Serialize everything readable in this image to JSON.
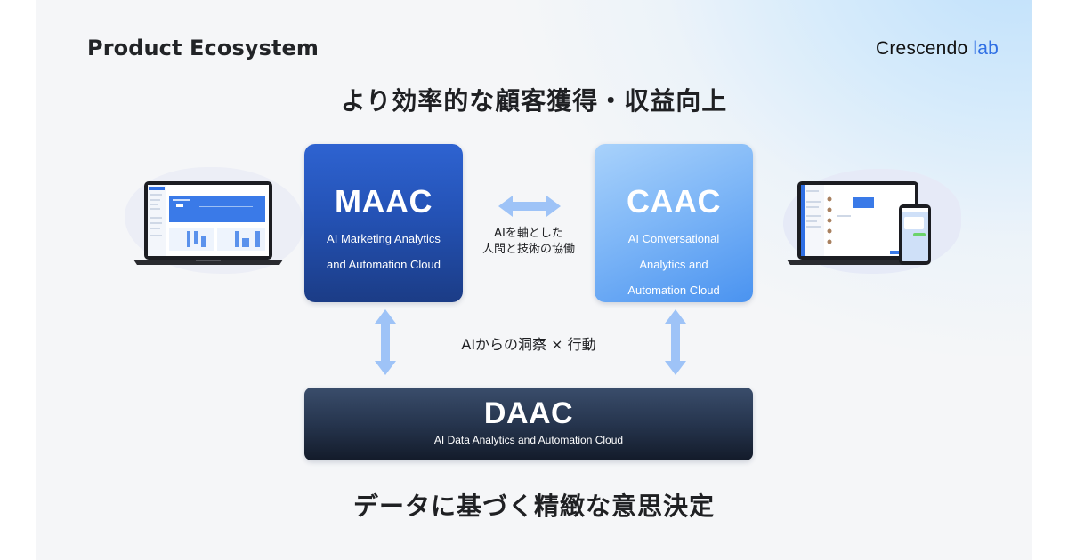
{
  "header": {
    "title": "Product Ecosystem",
    "brand_main": "Crescendo",
    "brand_accent": "lab"
  },
  "headline_top": "より効率的な顧客獲得・収益向上",
  "headline_bottom": "データに基づく精緻な意思決定",
  "products": {
    "maac": {
      "name": "MAAC",
      "subtitle_line1": "AI Marketing Analytics",
      "subtitle_line2": "and Automation Cloud"
    },
    "caac": {
      "name": "CAAC",
      "subtitle_line1": "AI Conversational",
      "subtitle_line2": "Analytics and",
      "subtitle_line3": "Automation Cloud"
    },
    "daac": {
      "name": "DAAC",
      "subtitle": "AI  Data Analytics and Automation Cloud"
    }
  },
  "connections": {
    "maac_caac_line1": "AIを軸とした",
    "maac_caac_line2": "人間と技術の協働",
    "to_daac": "AIからの洞察 × 行動"
  },
  "colors": {
    "brand_accent": "#2f6fe4",
    "maac": "#2452b5",
    "caac": "#7fb7f7",
    "daac": "#26354e",
    "arrow": "#9ec3f7",
    "background": "#f5f6f8"
  },
  "icons": {
    "left_device": "laptop-dashboard-icon",
    "right_device": "laptop-phone-chat-icon"
  }
}
